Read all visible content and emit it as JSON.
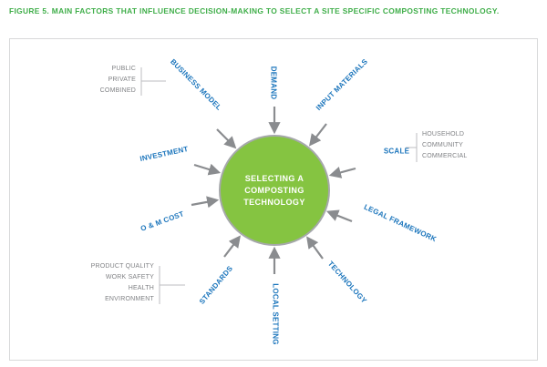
{
  "figure": {
    "caption": "FIGURE 5. MAIN FACTORS THAT INFLUENCE DECISION-MAKING TO SELECT A SITE SPECIFIC COMPOSTING TECHNOLOGY."
  },
  "diagram": {
    "center": {
      "line1": "SELECTING A",
      "line2": "COMPOSTING",
      "line3": "TECHNOLOGY"
    },
    "factors": [
      {
        "label": "BUSINESS MODEL",
        "sub": [
          "PUBLIC",
          "PRIVATE",
          "COMBINED"
        ]
      },
      {
        "label": "DEMAND"
      },
      {
        "label": "INPUT MATERIALS"
      },
      {
        "label": "SCALE",
        "sub": [
          "HOUSEHOLD",
          "COMMUNITY",
          "COMMERCIAL"
        ]
      },
      {
        "label": "LEGAL FRAMEWORK"
      },
      {
        "label": "TECHNOLOGY"
      },
      {
        "label": "LOCAL SETTING"
      },
      {
        "label": "STANDARDS",
        "sub": [
          "PRODUCT QUALITY",
          "WORK SAFETY",
          "HEALTH",
          "ENVIRONMENT"
        ]
      },
      {
        "label": "O & M COST"
      },
      {
        "label": "INVESTMENT"
      }
    ],
    "colors": {
      "caption_green": "#3FAE49",
      "factor_blue": "#1B75BC",
      "sub_gray": "#808285",
      "circle_green": "#85C441",
      "arrow_gray": "#8A8C8F"
    }
  }
}
